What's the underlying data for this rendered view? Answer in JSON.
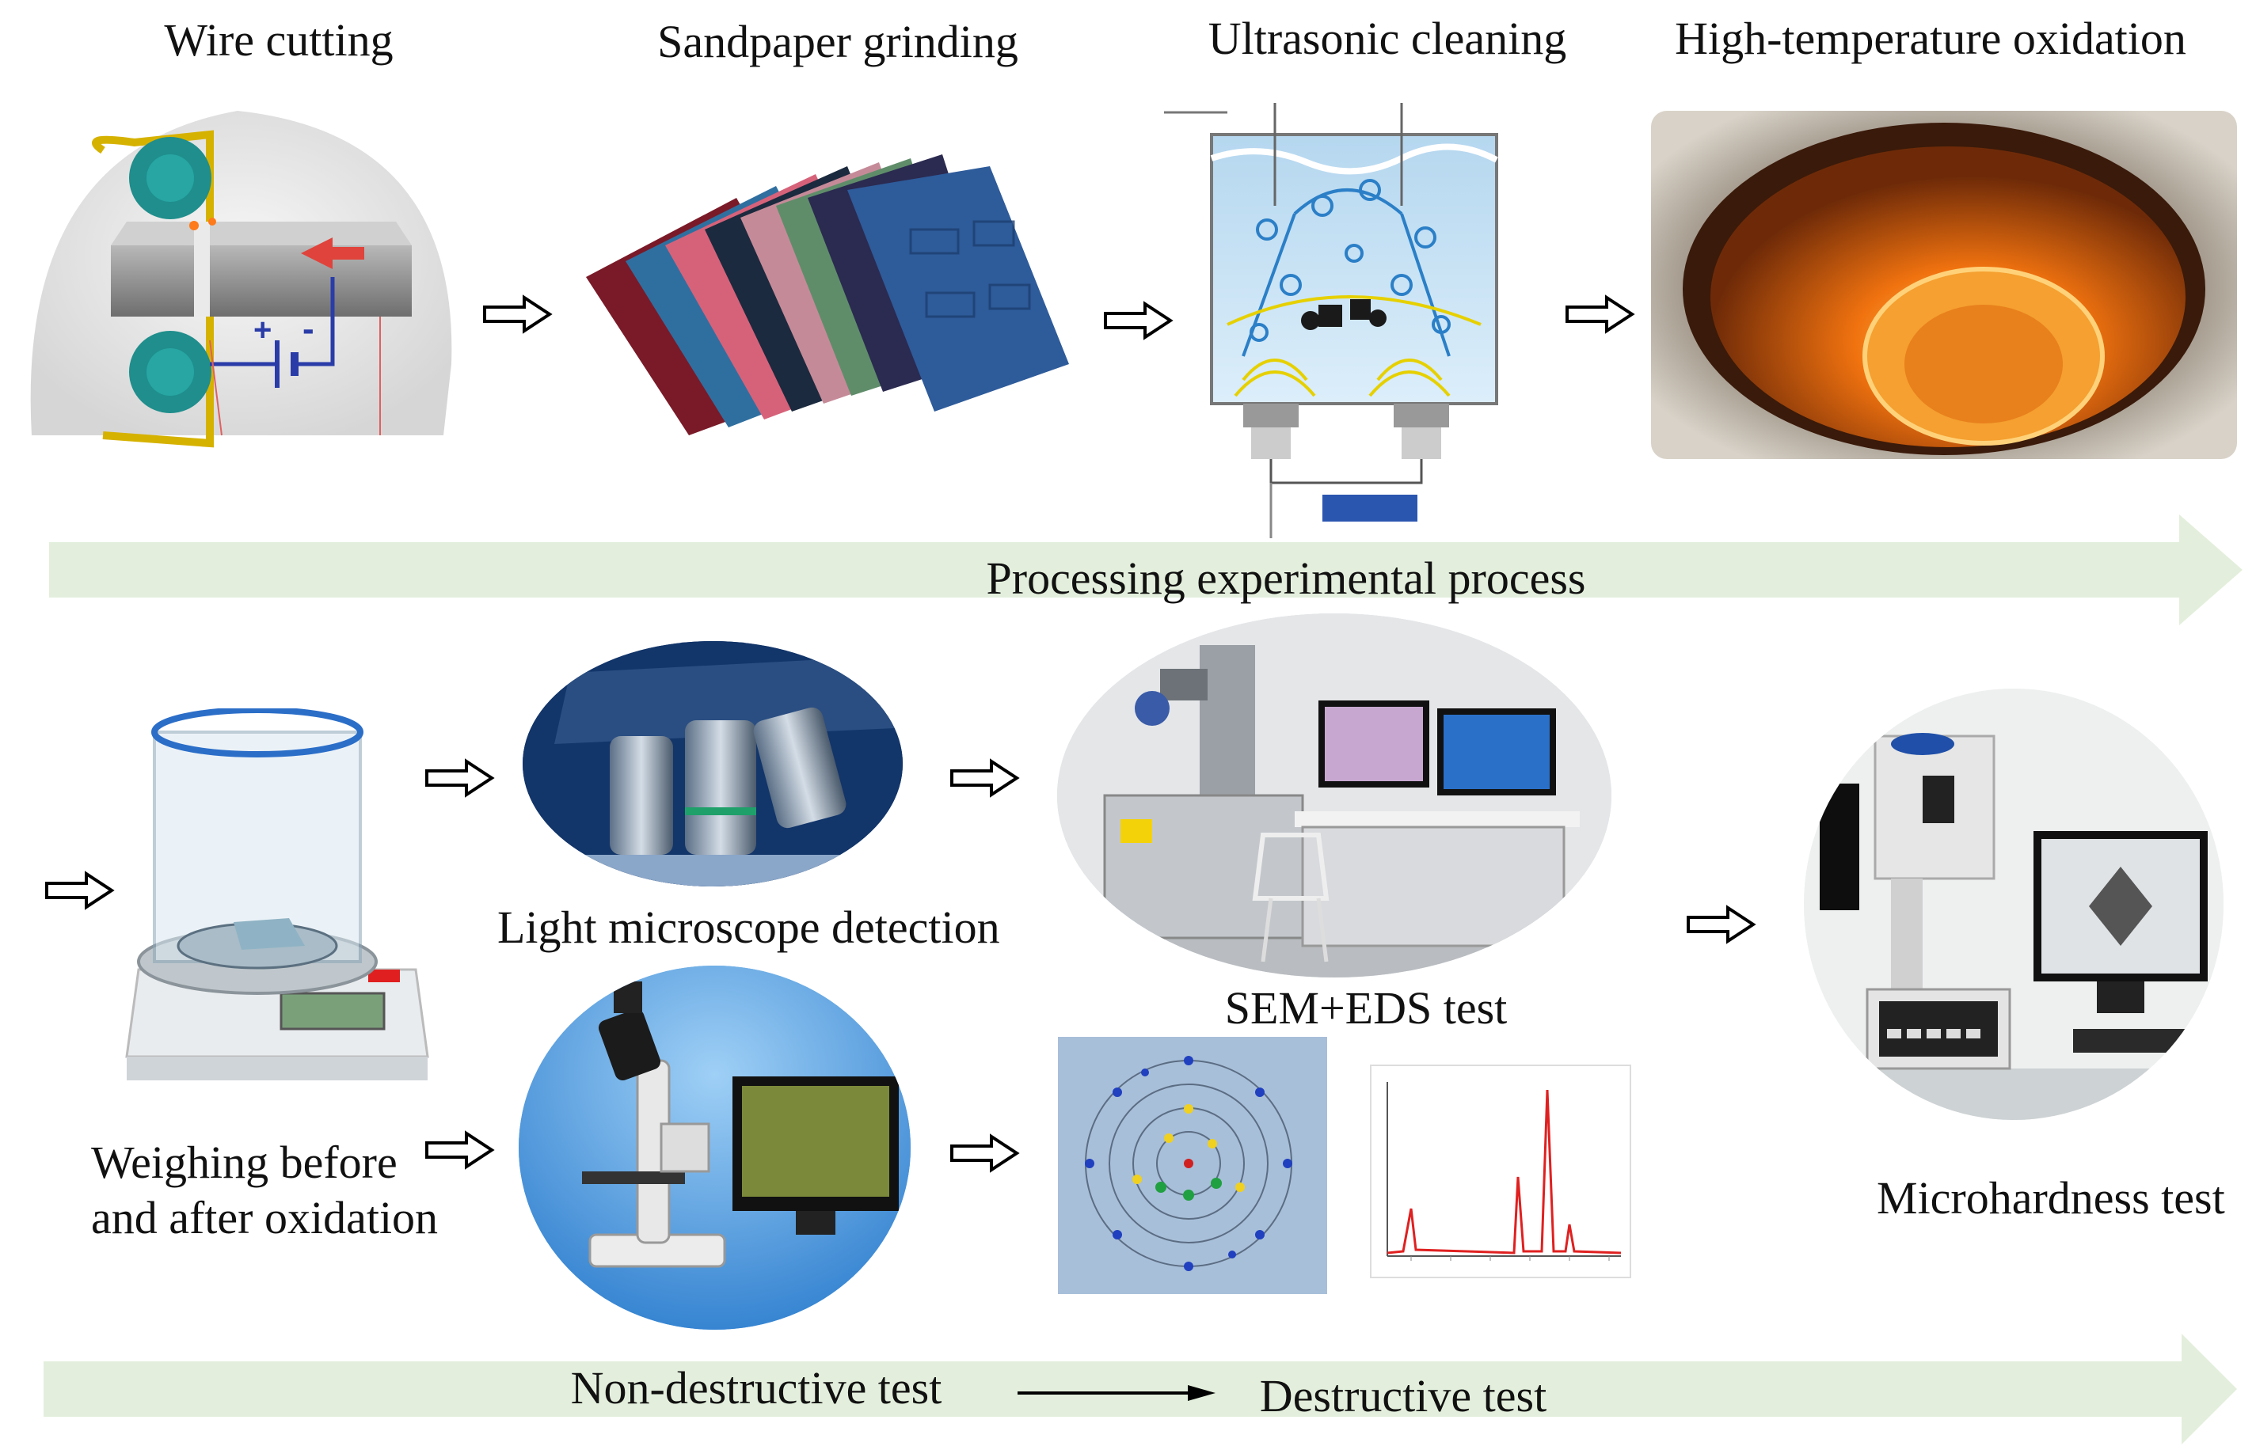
{
  "stages": {
    "wire_cutting": "Wire cutting",
    "sandpaper_grinding": "Sandpaper grinding",
    "ultrasonic_cleaning": "Ultrasonic cleaning",
    "high_temp_oxidation": "High-temperature  oxidation"
  },
  "band_top": {
    "label": "Processing experimental  process",
    "color": "#e3efdc"
  },
  "tests": {
    "weighing_line1": "Weighing  before",
    "weighing_line2": "and after oxidation",
    "light_microscope": "Light  microscope detection",
    "sem_eds": "SEM+EDS test",
    "microhardness": "Microhardness  test"
  },
  "band_bottom": {
    "nondestructive": "Non-destructive test",
    "destructive": "Destructive  test",
    "color": "#e3efdc"
  },
  "icons": [
    "flow-arrow-icon",
    "long-arrow-icon",
    "battery-symbol-icon"
  ]
}
